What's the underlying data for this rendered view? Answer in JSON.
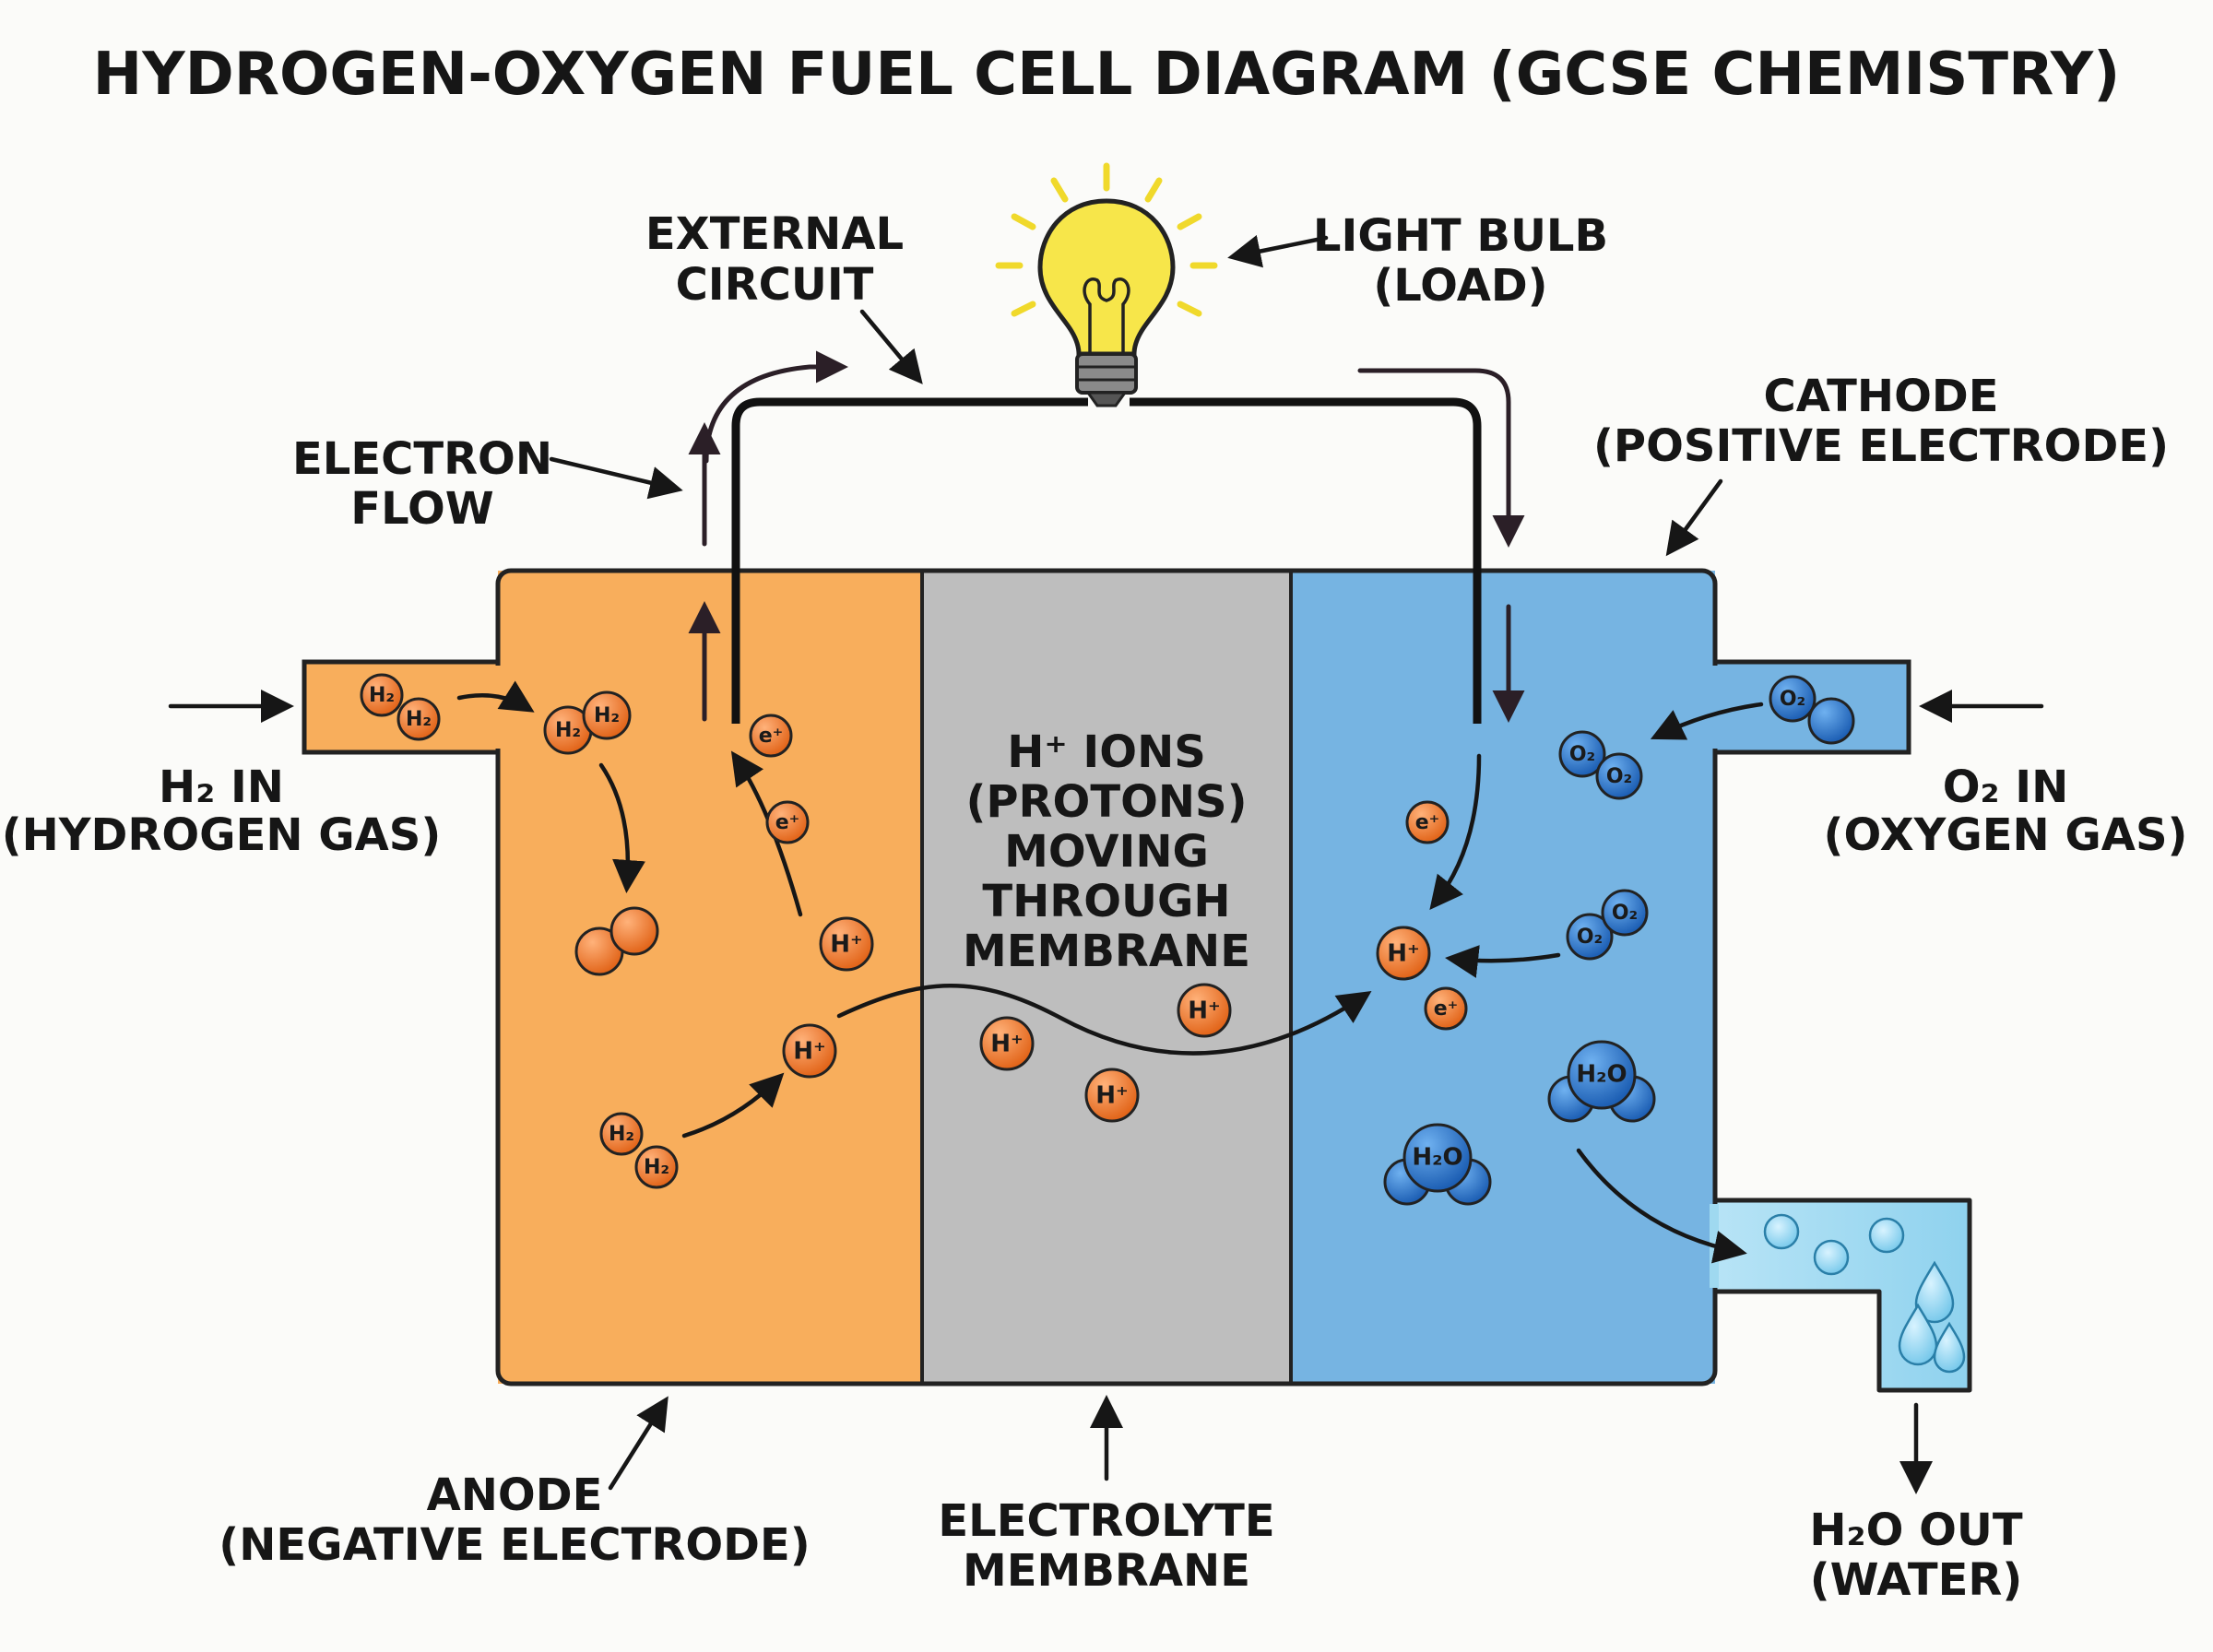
{
  "title": "HYDROGEN-OXYGEN FUEL CELL DIAGRAM (GCSE CHEMISTRY)",
  "colors": {
    "anode": "#f8ae5c",
    "membrane": "#bebebe",
    "cathode": "#76b4e2",
    "hydrogen_particle": "#ec7b2c",
    "oxygen_particle": "#2b77c8",
    "water_outlet": "#a9dcef",
    "bulb": "#f7e64a"
  },
  "labels": {
    "external_circuit": [
      "EXTERNAL",
      "CIRCUIT"
    ],
    "light_bulb": [
      "LIGHT BULB",
      "(LOAD)"
    ],
    "electron_flow": [
      "ELECTRON",
      "FLOW"
    ],
    "cathode": [
      "CATHODE",
      "(POSITIVE ELECTRODE)"
    ],
    "h2_in": [
      "H₂ IN",
      "(HYDROGEN GAS)"
    ],
    "o2_in": [
      "O₂ IN",
      "(OXYGEN GAS)"
    ],
    "ions": [
      "H⁺ IONS",
      "(PROTONS)",
      "MOVING",
      "THROUGH",
      "MEMBRANE"
    ],
    "anode": [
      "ANODE",
      "(NEGATIVE ELECTRODE)"
    ],
    "electrolyte": [
      "ELECTROLYTE",
      "MEMBRANE"
    ],
    "h2o_out": [
      "H₂O OUT",
      "(WATER)"
    ]
  },
  "particles": {
    "h2": "H₂",
    "o2": "O₂",
    "h_ion": "H⁺",
    "electron": "e⁺",
    "water": "H₂O"
  }
}
